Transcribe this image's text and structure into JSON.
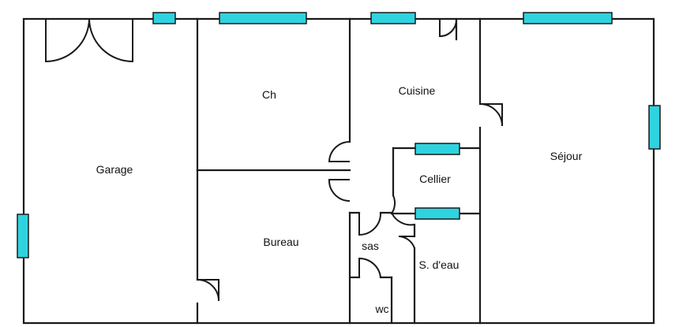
{
  "floor_plan": {
    "rooms": {
      "garage": "Garage",
      "chambre": "Ch",
      "cuisine": "Cuisine",
      "sejour": "Séjour",
      "cellier": "Cellier",
      "bureau": "Bureau",
      "sas": "sas",
      "salle_eau": "S. d'eau",
      "wc": "wc"
    },
    "colors": {
      "walls": "#1a1a1a",
      "windows": "#2fd3df",
      "background": "#ffffff"
    }
  }
}
